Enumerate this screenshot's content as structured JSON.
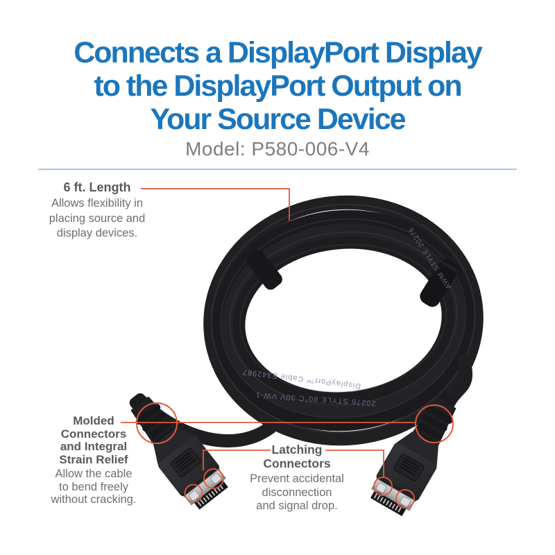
{
  "header": {
    "title_line1": "Connects a DisplayPort Display",
    "title_line2": "to the DisplayPort Output on",
    "title_line3": "Your Source Device",
    "model": "Model: P580-006-V4"
  },
  "callouts": {
    "length": {
      "title": "6 ft. Length",
      "body": "Allows flexibility in\nplacing source and\ndisplay devices."
    },
    "molded": {
      "title": "Molded\nConnectors\nand Integral\nStrain Relief",
      "body": "Allow the cable\nto bend freely\nwithout cracking."
    },
    "latching": {
      "title": "Latching\nConnectors",
      "body": "Prevent accidental\ndisconnection\nand signal drop."
    }
  },
  "cable_print": {
    "line1": "DisplayPort™ Cable  E342987",
    "line2": "20276  STYLE  80°C  30V  VW-1",
    "line3": "AWM  STYLE  20276"
  },
  "colors": {
    "heading_blue": "#1b76bc",
    "model_gray": "#7b7d80",
    "divider_blue": "#a9c6e0",
    "callout_title_gray": "#58595b",
    "callout_body_gray": "#6d6e71",
    "callout_accent_orange": "#e2593b",
    "cable_black": "#1e1e21"
  }
}
